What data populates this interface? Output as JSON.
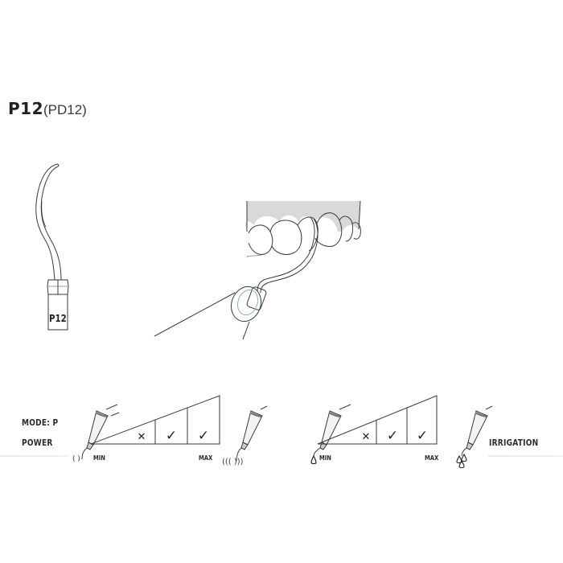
{
  "title": {
    "model": "P12",
    "alias": "(PD12)"
  },
  "tip_illustration": {
    "engraved_label": "P12"
  },
  "power_scale": {
    "mode_label": "MODE: P",
    "name_label": "POWER",
    "min_label": "MIN",
    "max_label": "MAX",
    "levels": [
      {
        "mark": "none"
      },
      {
        "mark": "cross",
        "glyph": "✕"
      },
      {
        "mark": "check",
        "glyph": "✓"
      },
      {
        "mark": "check",
        "glyph": "✓"
      }
    ],
    "min_icon": "vibration-low-icon",
    "max_icon": "vibration-high-icon"
  },
  "irrigation_scale": {
    "name_label": "IRRIGATION",
    "min_label": "MIN",
    "max_label": "MAX",
    "levels": [
      {
        "mark": "none"
      },
      {
        "mark": "cross",
        "glyph": "✕"
      },
      {
        "mark": "check",
        "glyph": "✓"
      },
      {
        "mark": "check",
        "glyph": "✓"
      }
    ],
    "min_icon": "single-drop-icon",
    "max_icon": "triple-drop-icon"
  },
  "colors": {
    "ink": "#231f20",
    "gum": "#d9d9d9",
    "accent_blue": "#7fb4d6"
  }
}
